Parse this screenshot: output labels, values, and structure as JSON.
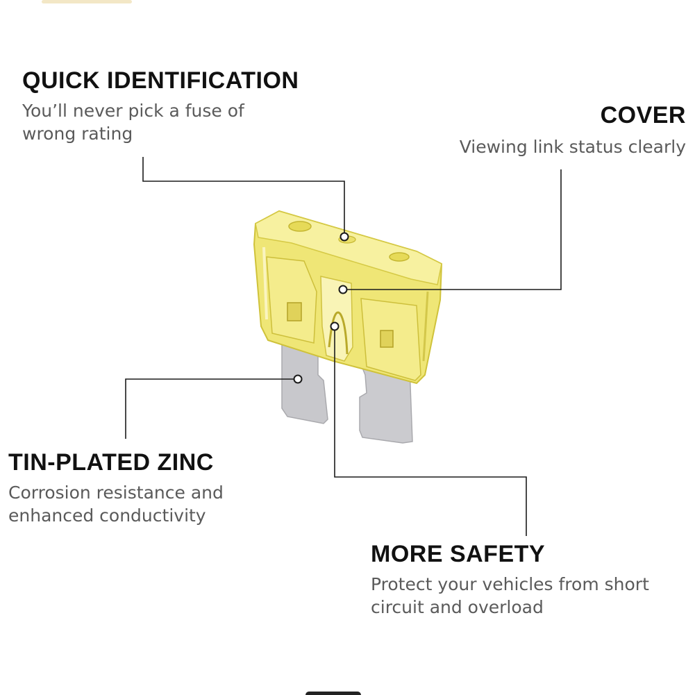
{
  "features": {
    "quick_identification": {
      "title": "QUICK IDENTIFICATION",
      "desc_line1": "You’ll never pick a fuse of",
      "desc_line2": "wrong rating"
    },
    "cover": {
      "title": "COVER",
      "desc_line1": "Viewing link status clearly"
    },
    "tin_plated_zinc": {
      "title": "TIN-PLATED ZINC",
      "desc_line1": "Corrosion resistance and",
      "desc_line2": "enhanced conductivity"
    },
    "more_safety": {
      "title": "MORE SAFETY",
      "desc_line1": "Protect your vehicles from short",
      "desc_line2": "circuit and overload"
    }
  },
  "colors": {
    "fuse_body": "#f2ea7a",
    "fuse_body_dark": "#d9cc3c",
    "fuse_body_light": "#fbf7c2",
    "terminal": "#c9c9cc",
    "leader_line": "#1a1a1a"
  }
}
